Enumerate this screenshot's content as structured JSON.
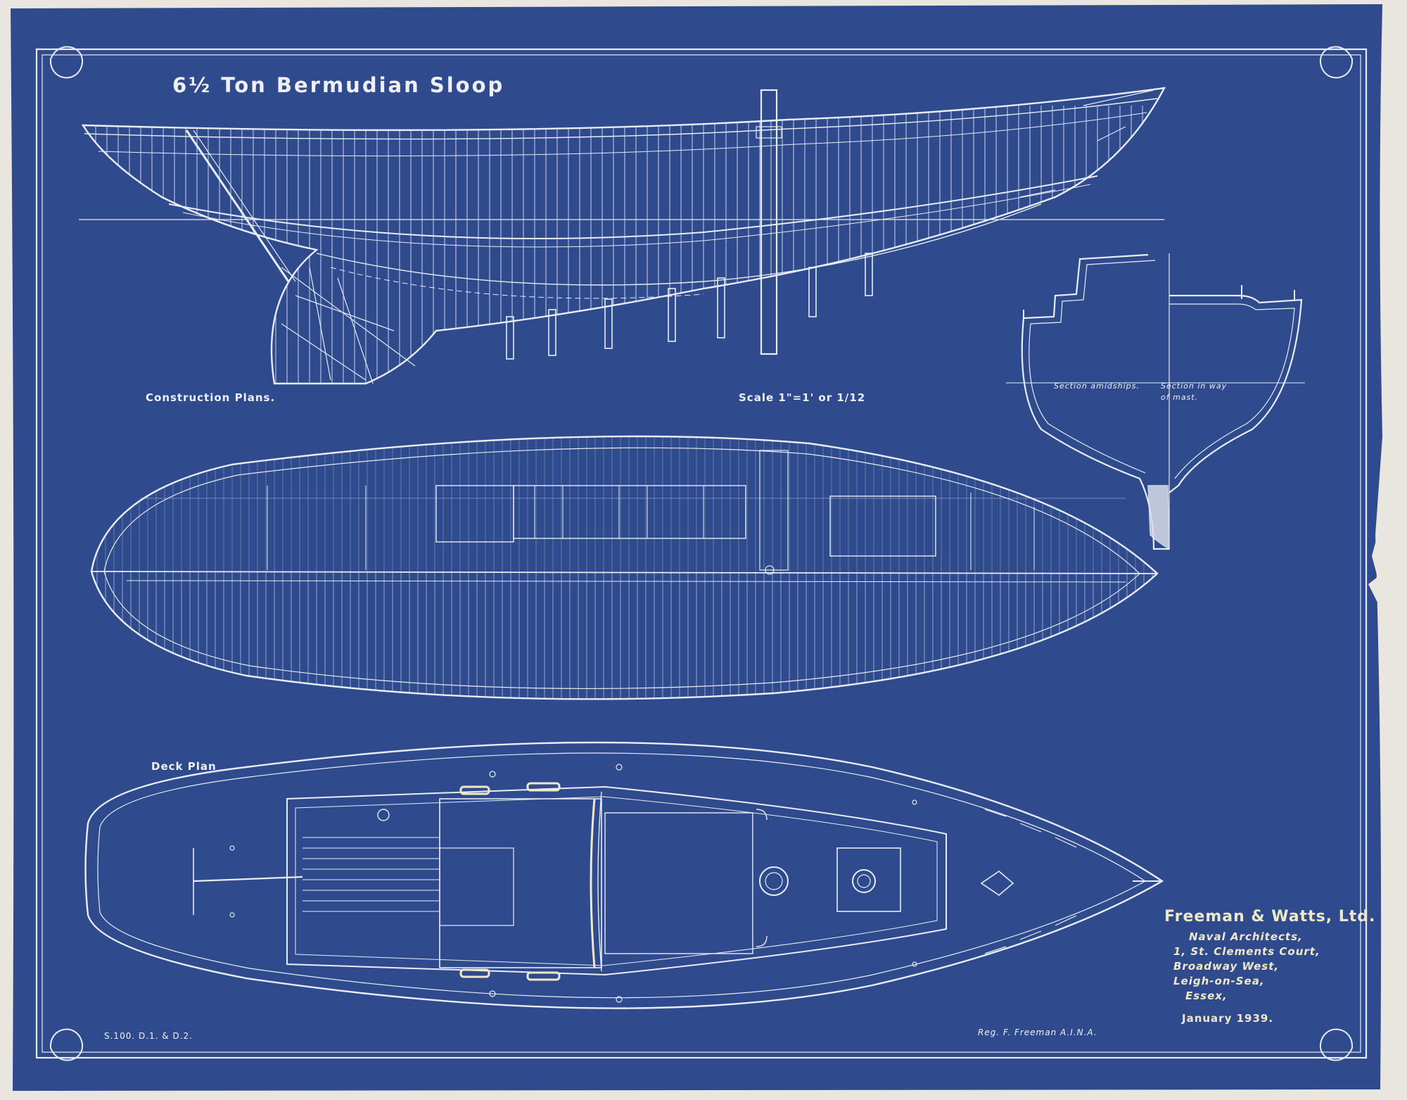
{
  "drawing": {
    "title": "6½ Ton  Bermudian Sloop",
    "construction_label": "Construction Plans.",
    "scale_label": "Scale 1\"=1' or 1/12",
    "deck_plan_label": "Deck Plan",
    "section_amidships_label": "Section amidships.",
    "section_mast_line1": "Section in way",
    "section_mast_line2": "of mast.",
    "firm_name": "Freeman & Watts, Ltd.",
    "firm_address": [
      "Naval Architects,",
      "1, St. Clements Court,",
      "Broadway West,",
      "Leigh-on-Sea,",
      "Essex,"
    ],
    "date": "January 1939.",
    "drawing_ref": "S.100. D.1. & D.2.",
    "signature": "Reg. F. Freeman  A.I.N.A."
  },
  "colors": {
    "paper_blue": "#2f4b8e",
    "line_white": "#e8ecf5",
    "highlight_cream": "#f0e8c8",
    "paper_edge": "#e9e6df"
  }
}
